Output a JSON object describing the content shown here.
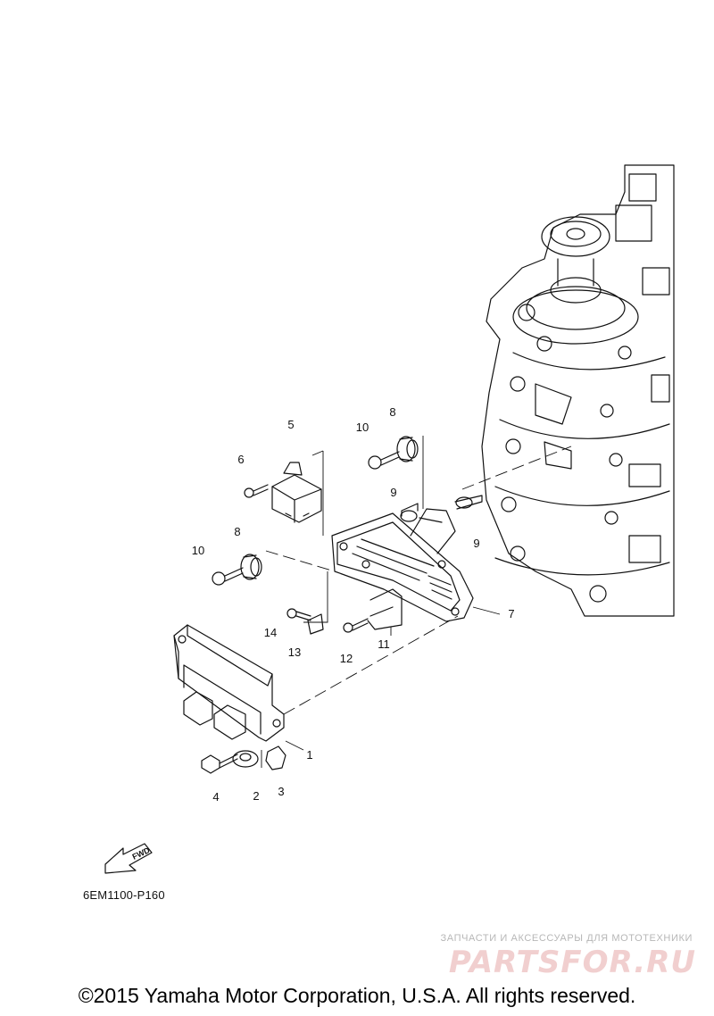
{
  "callouts": {
    "c1": "1",
    "c2": "2",
    "c3": "3",
    "c4": "4",
    "c5": "5",
    "c6": "6",
    "c7": "7",
    "c8a": "8",
    "c8b": "8",
    "c9a": "9",
    "c9b": "9",
    "c10a": "10",
    "c10b": "10",
    "c11": "11",
    "c12": "12",
    "c13": "13",
    "c14": "14"
  },
  "fwd_label": "FWD",
  "reference_code": "6EM1100-P160",
  "watermark": {
    "tagline": "ЗАПЧАСТИ И АКСЕССУАРЫ ДЛЯ МОТОТЕХНИКИ",
    "logo": "PARTSFOR.RU"
  },
  "copyright": "©2015 Yamaha Motor Corporation, U.S.A. All rights reserved.",
  "colors": {
    "line": "#111111",
    "watermark_logo": "#f1cfcf",
    "watermark_text": "#b7b7b7"
  }
}
